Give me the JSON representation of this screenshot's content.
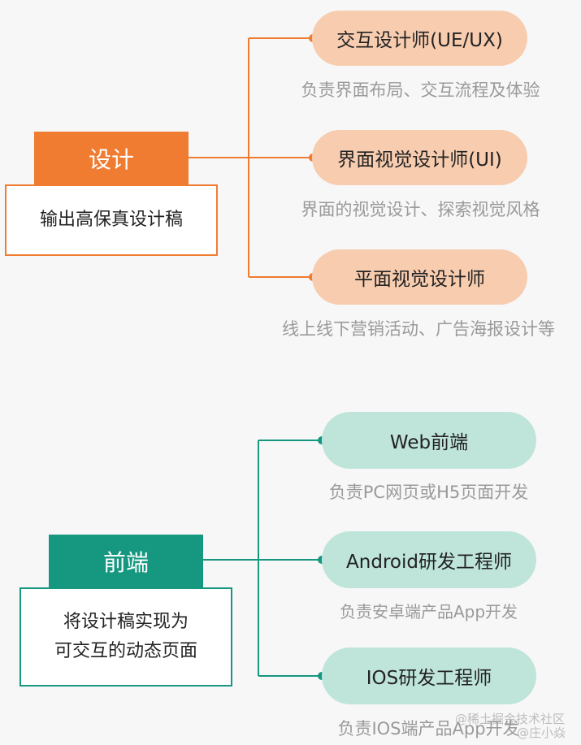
{
  "colors": {
    "design_accent": "#f07c32",
    "design_pill": "#f7ccaf",
    "frontend_accent": "#169880",
    "frontend_pill": "#bfe5da",
    "desc_text": "#9a9a9a"
  },
  "design": {
    "title": "设计",
    "summary": "输出高保真设计稿",
    "roles": [
      {
        "title": "交互设计师(UE/UX)",
        "desc": "负责界面布局、交互流程及体验"
      },
      {
        "title": "界面视觉设计师(UI)",
        "desc": "界面的视觉设计、探索视觉风格"
      },
      {
        "title": "平面视觉设计师",
        "desc": "线上线下营销活动、广告海报设计等"
      }
    ]
  },
  "frontend": {
    "title": "前端",
    "summary_line1": "将设计稿实现为",
    "summary_line2": "可交互的动态页面",
    "roles": [
      {
        "title": "Web前端",
        "desc": "负责PC网页或H5页面开发"
      },
      {
        "title": "Android研发工程师",
        "desc": "负责安卓端产品App开发"
      },
      {
        "title": "IOS研发工程师",
        "desc": "负责IOS端产品App开发"
      }
    ]
  },
  "watermark": {
    "line1": "@稀土掘金技术社区",
    "line2": "@庄小焱"
  }
}
